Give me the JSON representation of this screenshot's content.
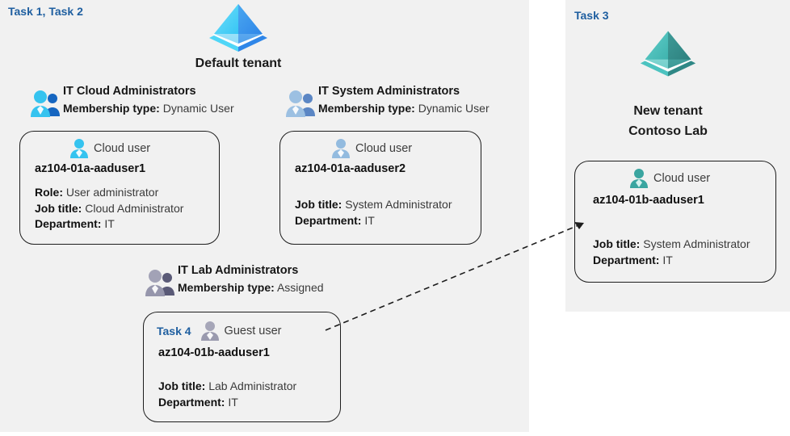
{
  "panels": {
    "left": {
      "task_label": "Task 1, Task 2"
    },
    "right": {
      "task_label": "Task 3"
    }
  },
  "tenants": [
    {
      "id": "default",
      "icon": "azure-tenant-icon",
      "title": "Default tenant",
      "color": "#32bbf0"
    },
    {
      "id": "new",
      "icon": "azure-tenant-icon",
      "title_line1": "New  tenant",
      "title_line2": "Contoso Lab",
      "color": "#45b5b0"
    }
  ],
  "groups": [
    {
      "id": "it-cloud-administrators",
      "icon": "group-users-icon",
      "name": "IT Cloud Administrators",
      "meta_label": "Membership type:",
      "meta_value": "Dynamic User"
    },
    {
      "id": "it-system-administrators",
      "icon": "group-users-icon",
      "name": "IT System Administrators",
      "meta_label": "Membership type:",
      "meta_value": "Dynamic User"
    },
    {
      "id": "it-lab-administrators",
      "icon": "group-users-icon",
      "name": "IT Lab Administrators",
      "meta_label": "Membership type:",
      "meta_value": "Assigned"
    }
  ],
  "cards": [
    {
      "id": "az104-01a-aaduser1",
      "user_type": "Cloud user",
      "icon": "cloud-user-icon",
      "username": "az104-01a-aaduser1",
      "attrs": [
        {
          "label": "Role:",
          "value": "User administrator"
        },
        {
          "label": "Job title:",
          "value": "Cloud Administrator"
        },
        {
          "label": "Department:",
          "value": "IT"
        }
      ]
    },
    {
      "id": "az104-01a-aaduser2",
      "user_type": "Cloud user",
      "icon": "cloud-user-icon",
      "username": "az104-01a-aaduser2",
      "attrs": [
        {
          "label": "Job title:",
          "value": "System Administrator"
        },
        {
          "label": "Department:",
          "value": "IT"
        }
      ]
    },
    {
      "id": "az104-01b-aaduser1-guest",
      "task_label": "Task 4",
      "user_type": "Guest user",
      "icon": "guest-user-icon",
      "username": "az104-01b-aaduser1",
      "attrs": [
        {
          "label": "Job title:",
          "value": "Lab Administrator"
        },
        {
          "label": "Department:",
          "value": "IT"
        }
      ]
    },
    {
      "id": "az104-01b-aaduser1-cloud",
      "user_type": "Cloud user",
      "icon": "cloud-user-icon",
      "username": "az104-01b-aaduser1",
      "attrs": [
        {
          "label": "Job title:",
          "value": "System Administrator"
        },
        {
          "label": "Department:",
          "value": "IT"
        }
      ]
    }
  ],
  "connector": {
    "name": "guest-to-new-tenant-arrow",
    "style": "dashed-arrow",
    "from": "az104-01b-aaduser1-guest",
    "to": "az104-01b-aaduser1-cloud"
  },
  "colors": {
    "panel_background": "#f1f1f1",
    "task_blue": "#1f5fa0",
    "cloud_user_cyan": "#32bbf0",
    "teal_user": "#3aa5a0",
    "guest_user_gray": "#9b9bab",
    "card_border": "#1d1d1d"
  }
}
